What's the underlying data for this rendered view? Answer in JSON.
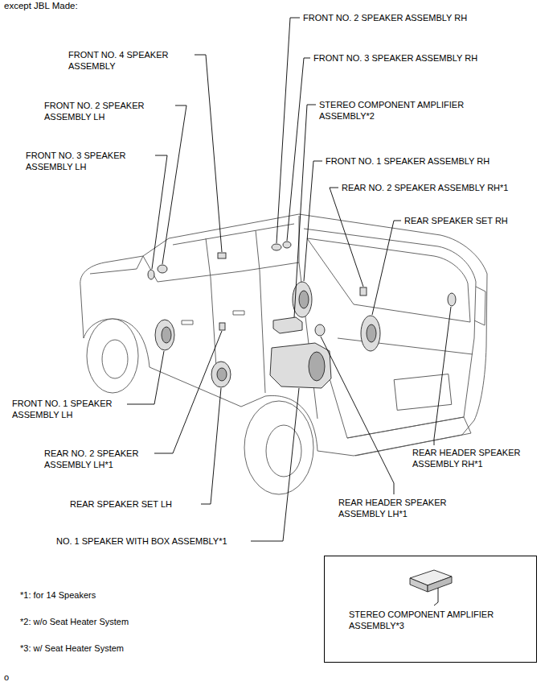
{
  "diagram": {
    "title": "except JBL Made:",
    "nodes": [
      {
        "text": [
          "STEREO COMPONENT AMPLIFIER ASSEMBLY*3"
        ]
      }
    ],
    "labels": [
      "FRONT NO. 2 SPEAKER ASSEMBLY RH",
      "FRONT NO. 4 SPEAKER ASSEMBLY",
      "FRONT NO. 3 SPEAKER ASSEMBLY RH",
      "STEREO COMPONENT AMPLIFIER ASSEMBLY*2",
      "FRONT NO. 2 SPEAKER ASSEMBLY LH",
      "FRONT NO. 3 SPEAKER ASSEMBLY LH",
      "FRONT NO. 1 SPEAKER ASSEMBLY RH",
      "REAR NO. 2 SPEAKER ASSEMBLY RH*1",
      "REAR SPEAKER SET RH",
      "FRONT NO. 1 SPEAKER ASSEMBLY LH",
      "REAR NO. 2 SPEAKER ASSEMBLY LH*1",
      "REAR HEADER SPEAKER ASSEMBLY RH*1",
      "REAR SPEAKER SET LH",
      "REAR HEADER SPEAKER ASSEMBLY LH*1",
      "NO. 1 SPEAKER WITH BOX ASSEMBLY*1",
      "*1: for 14 Speakers",
      "*2: w/o Seat Heater System",
      "*3: w/ Seat Heater System",
      "o"
    ]
  }
}
